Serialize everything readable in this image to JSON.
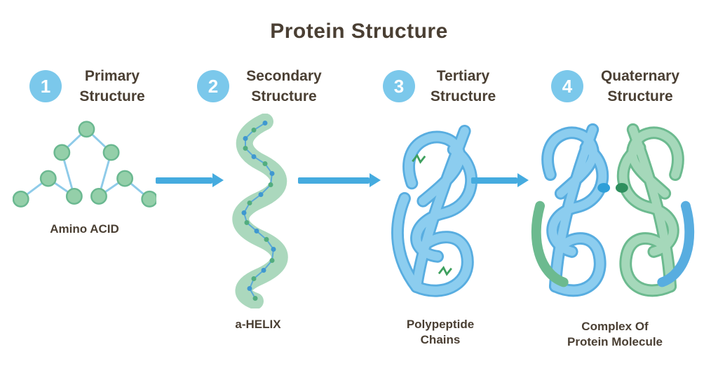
{
  "title": "Protein Structure",
  "steps": [
    {
      "number": "1",
      "label_line1": "Primary",
      "label_line2": "Structure",
      "caption_line1": "Amino ACID",
      "caption_line2": "",
      "icon": "amino-acid-chain-icon"
    },
    {
      "number": "2",
      "label_line1": "Secondary",
      "label_line2": "Structure",
      "caption_line1": "a-HELIX",
      "caption_line2": "",
      "icon": "alpha-helix-icon"
    },
    {
      "number": "3",
      "label_line1": "Tertiary",
      "label_line2": "Structure",
      "caption_line1": "Polypeptide",
      "caption_line2": "Chains",
      "icon": "polypeptide-tangle-icon"
    },
    {
      "number": "4",
      "label_line1": "Quaternary",
      "label_line2": "Structure",
      "caption_line1": "Complex Of",
      "caption_line2": "Protein Molecule",
      "icon": "protein-complex-icon"
    }
  ],
  "arrows": {
    "count": 3,
    "icon": "arrow-right-icon",
    "color": "#45abdf"
  },
  "colors": {
    "text": "#4a3f33",
    "step_circle": "#7bc8eb",
    "step_number": "#ffffff",
    "arrow": "#45abdf",
    "bead_green": "#94cfa9",
    "bead_stroke": "#6ab890",
    "chain_line_blue": "#8fcbe9",
    "helix_ribbon_green": "#abd8bd",
    "helix_dot_blue": "#3f98d0",
    "helix_dot_green": "#52ad7f",
    "tangle_blue_light": "#8ccdef",
    "tangle_blue_dark": "#58ade0",
    "tangle_green_light": "#a5d8ba",
    "tangle_green_dark": "#6cba8f",
    "complex_dot_blue": "#2f9fd8",
    "complex_dot_green": "#2e8f5e"
  }
}
